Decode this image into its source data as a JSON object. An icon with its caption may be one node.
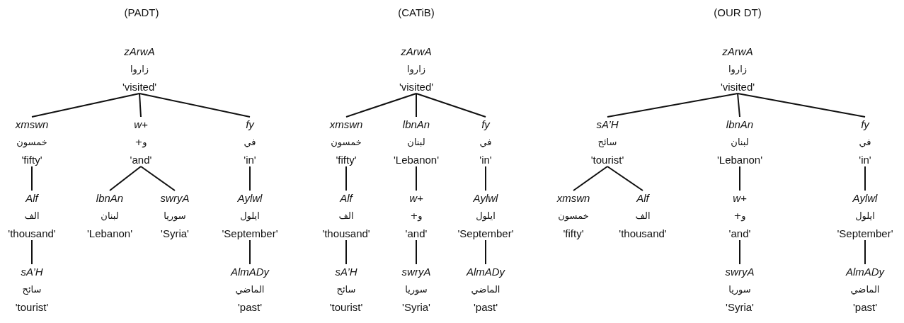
{
  "diagram": {
    "nodes": [
      {
        "text": [
          "zArwA",
          "زاروا",
          "'visited'"
        ]
      },
      {
        "text": [
          "xmswn",
          "خمسون",
          "'fifty'"
        ]
      },
      {
        "text": [
          "w+",
          "و+",
          "'and'"
        ]
      },
      {
        "text": [
          "fy",
          "في",
          "'in'"
        ]
      },
      {
        "text": [
          "Alf",
          "الف",
          "'thousand'"
        ]
      },
      {
        "text": [
          "lbnAn",
          "لبنان",
          "'Lebanon'"
        ]
      },
      {
        "text": [
          "swryA",
          "سوريا",
          "'Syria'"
        ]
      },
      {
        "text": [
          "Aylwl",
          "ايلول",
          "'September'"
        ]
      },
      {
        "text": [
          "sA’H",
          "سائح",
          "'tourist'"
        ]
      },
      {
        "text": [
          "AlmADy",
          "الماضي",
          "'past'"
        ]
      },
      {
        "text": [
          "zArwA",
          "زاروا",
          "'visited'"
        ]
      },
      {
        "text": [
          "xmswn",
          "خمسون",
          "'fifty'"
        ]
      },
      {
        "text": [
          "lbnAn",
          "لبنان",
          "'Lebanon'"
        ]
      },
      {
        "text": [
          "fy",
          "في",
          "'in'"
        ]
      },
      {
        "text": [
          "Alf",
          "الف",
          "'thousand'"
        ]
      },
      {
        "text": [
          "w+",
          "و+",
          "'and'"
        ]
      },
      {
        "text": [
          "Aylwl",
          "ايلول",
          "'September'"
        ]
      },
      {
        "text": [
          "sA’H",
          "سائح",
          "'tourist'"
        ]
      },
      {
        "text": [
          "swryA",
          "سوريا",
          "'Syria'"
        ]
      },
      {
        "text": [
          "AlmADy",
          "الماضي",
          "'past'"
        ]
      },
      {
        "text": [
          "zArwA",
          "زاروا",
          "'visited'"
        ]
      },
      {
        "text": [
          "sA’H",
          "سائح",
          "'tourist'"
        ]
      },
      {
        "text": [
          "lbnAn",
          "لبنان",
          "'Lebanon'"
        ]
      },
      {
        "text": [
          "fy",
          "في",
          "'in'"
        ]
      },
      {
        "text": [
          "xmswn",
          "خمسون",
          "'fifty'"
        ]
      },
      {
        "text": [
          "Alf",
          "الف",
          "'thousand'"
        ]
      },
      {
        "text": [
          "w+",
          "و+",
          "'and'"
        ]
      },
      {
        "text": [
          "Aylwl",
          "ايلول",
          "'September'"
        ]
      },
      {
        "text": [
          "swryA",
          "سوريا",
          "'Syria'"
        ]
      },
      {
        "text": [
          "AlmADy",
          "الماضي",
          "'past'"
        ]
      }
    ],
    "edges": [
      {
        "from": 0,
        "to": 1,
        "arrow": "none"
      },
      {
        "from": 0,
        "to": 2,
        "arrow": "none"
      },
      {
        "from": 0,
        "to": 3,
        "arrow": "none"
      },
      {
        "from": 1,
        "to": 4,
        "arrow": "none"
      },
      {
        "from": 2,
        "to": 5,
        "arrow": "none"
      },
      {
        "from": 2,
        "to": 6,
        "arrow": "none"
      },
      {
        "from": 3,
        "to": 7,
        "arrow": "none"
      },
      {
        "from": 4,
        "to": 8,
        "arrow": "none"
      },
      {
        "from": 7,
        "to": 9,
        "arrow": "none"
      },
      {
        "from": 10,
        "to": 11,
        "arrow": "none"
      },
      {
        "from": 10,
        "to": 12,
        "arrow": "none"
      },
      {
        "from": 10,
        "to": 13,
        "arrow": "none"
      },
      {
        "from": 11,
        "to": 14,
        "arrow": "none"
      },
      {
        "from": 12,
        "to": 15,
        "arrow": "none"
      },
      {
        "from": 13,
        "to": 16,
        "arrow": "none"
      },
      {
        "from": 14,
        "to": 17,
        "arrow": "none"
      },
      {
        "from": 15,
        "to": 18,
        "arrow": "none"
      },
      {
        "from": 16,
        "to": 19,
        "arrow": "none"
      },
      {
        "from": 20,
        "to": 21,
        "arrow": "none"
      },
      {
        "from": 20,
        "to": 22,
        "arrow": "none"
      },
      {
        "from": 20,
        "to": 23,
        "arrow": "none"
      },
      {
        "from": 21,
        "to": 24,
        "arrow": "none"
      },
      {
        "from": 21,
        "to": 25,
        "arrow": "none"
      },
      {
        "from": 22,
        "to": 26,
        "arrow": "none"
      },
      {
        "from": 23,
        "to": 27,
        "arrow": "none"
      },
      {
        "from": 26,
        "to": 28,
        "arrow": "none"
      },
      {
        "from": 27,
        "to": 29,
        "arrow": "none"
      }
    ],
    "labels": [
      "(PADT)",
      "(CATiB)",
      "(OUR DT)"
    ]
  }
}
